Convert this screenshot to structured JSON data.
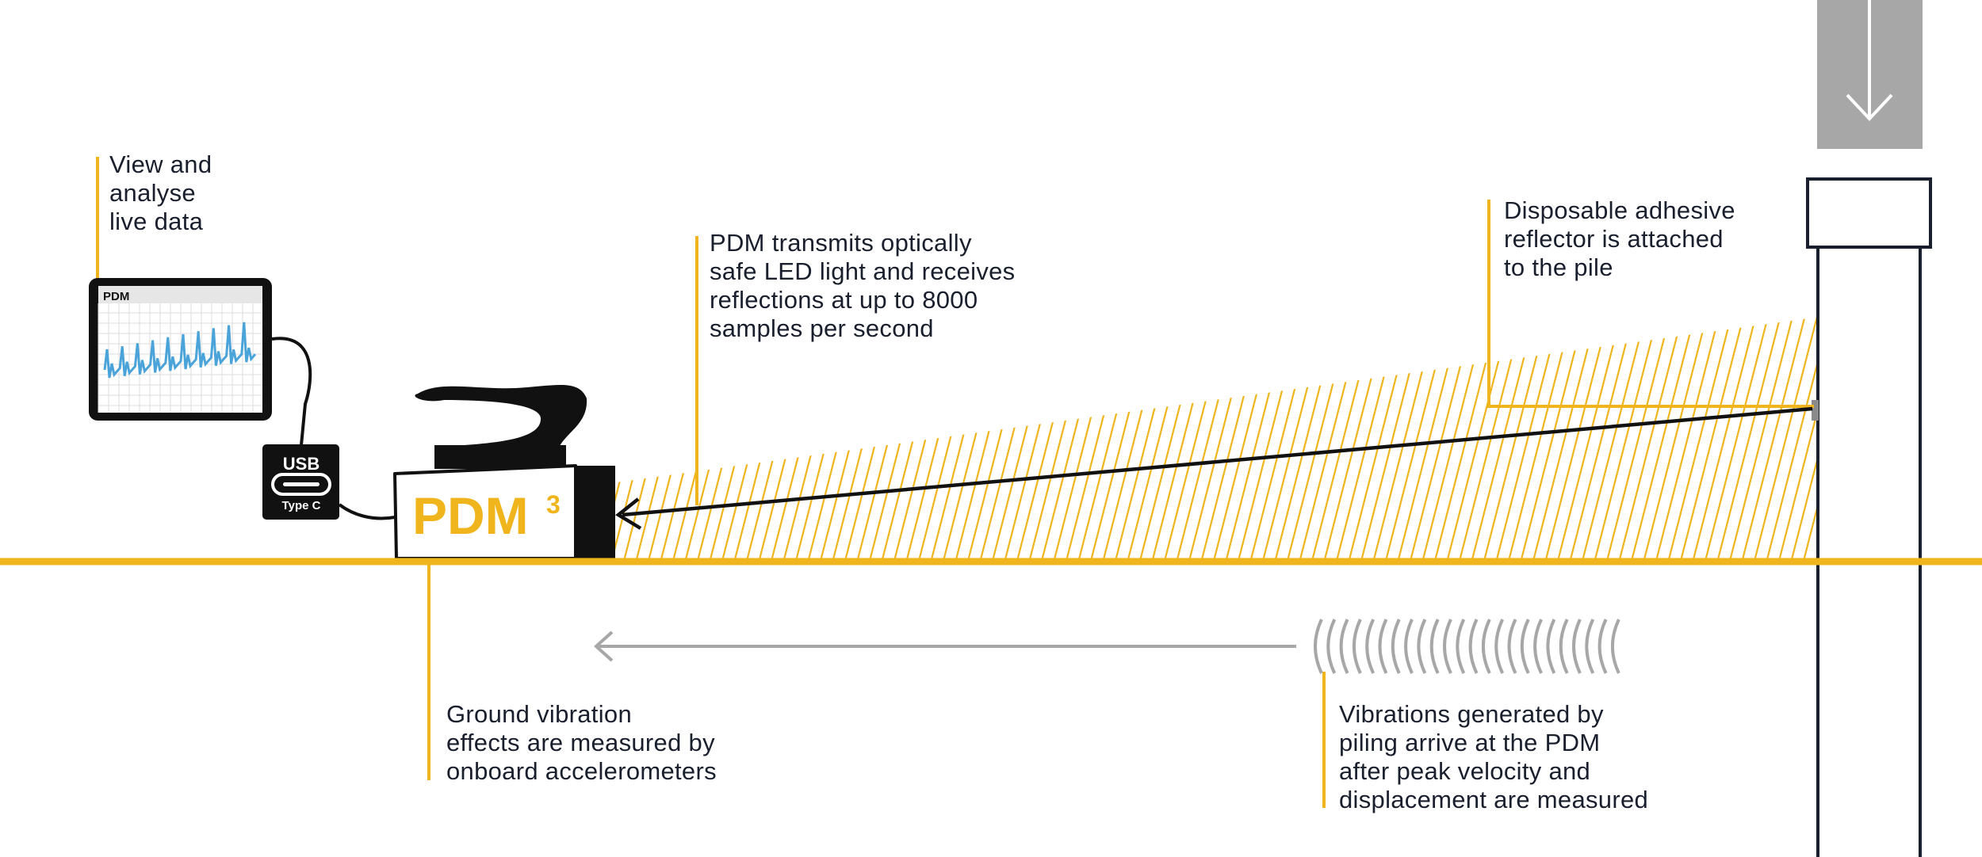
{
  "colors": {
    "accent": "#f0b51d",
    "ink": "#1a1f2e",
    "grey": "#a7a7a7",
    "signal": "#4aa3d9"
  },
  "labels": {
    "view_data": "View and\nanalyse\nlive data",
    "pdm_transmits": "PDM transmits optically\nsafe LED light and receives\nreflections at up to 8000\nsamples per second",
    "reflector": "Disposable adhesive\nreflector is attached\nto the pile",
    "ground_vibration": "Ground vibration\neffects are measured by\nonboard accelerometers",
    "vibrations": "Vibrations generated by\npiling arrive at the PDM\nafter peak velocity and\ndisplacement are measured"
  },
  "tablet": {
    "screen_title": "PDM"
  },
  "usb": {
    "line1": "USB",
    "line2": "Type C"
  },
  "device": {
    "name": "PDM",
    "superscript": "3"
  },
  "icons": {
    "hammer_arrow": "arrow-down-icon",
    "usb_port": "usb-c-icon"
  }
}
